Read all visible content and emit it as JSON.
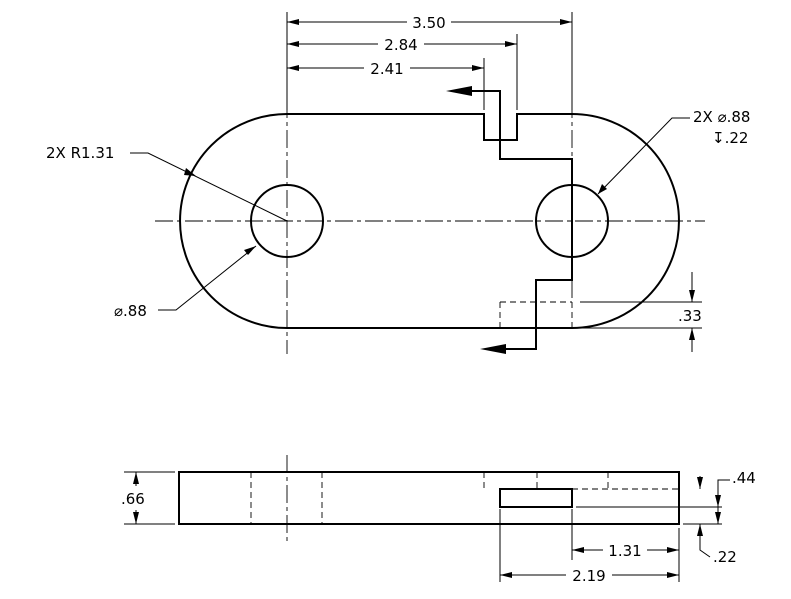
{
  "top_view": {
    "dim_overall": "3.50",
    "dim_slot_far": "2.84",
    "dim_slot_near": "2.41",
    "callout_radius": "2X  R1.31",
    "callout_right_hole": "2X  ⌀.88",
    "callout_right_hole_depth": "↧.22",
    "callout_left_hole": "⌀.88",
    "dim_offset": ".33"
  },
  "front_view": {
    "dim_thickness": ".66",
    "dim_slot_height": ".44",
    "dim_slot_bottom": ".22",
    "dim_slot_inner": "1.31",
    "dim_slot_outer": "2.19"
  }
}
